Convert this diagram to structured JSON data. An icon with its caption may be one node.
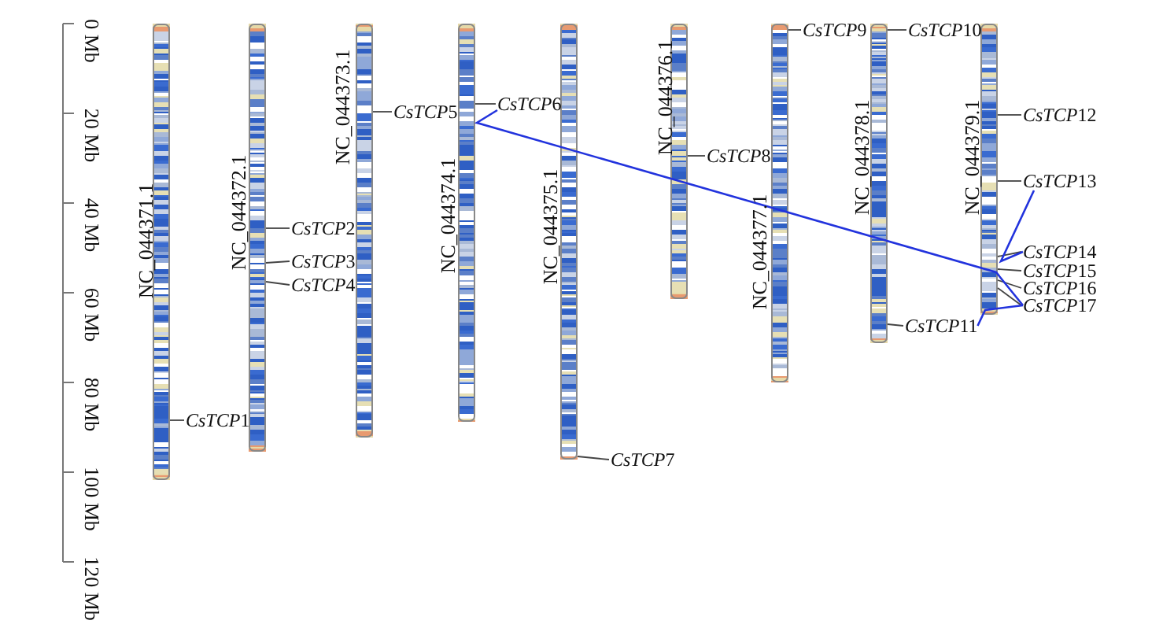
{
  "diagram": {
    "nodes": [
      {
        "text": [
          "NC_044371.1"
        ]
      },
      {
        "text": [
          "NC_044372.1"
        ]
      },
      {
        "text": [
          "NC_044373.1"
        ]
      },
      {
        "text": [
          "NC_044374.1"
        ]
      },
      {
        "text": [
          "NC_044375.1"
        ]
      },
      {
        "text": [
          "NC_044376.1"
        ]
      },
      {
        "text": [
          "NC_044377.1"
        ]
      },
      {
        "text": [
          "NC_044378.1"
        ]
      },
      {
        "text": [
          "NC_044379.1"
        ]
      },
      {
        "text": [
          "CsTCP1"
        ]
      },
      {
        "text": [
          "CsTCP2"
        ]
      },
      {
        "text": [
          "CsTCP3"
        ]
      },
      {
        "text": [
          "CsTCP4"
        ]
      },
      {
        "text": [
          "CsTCP5"
        ]
      },
      {
        "text": [
          "CsTCP6"
        ]
      },
      {
        "text": [
          "CsTCP7"
        ]
      },
      {
        "text": [
          "CsTCP8"
        ]
      },
      {
        "text": [
          "CsTCP9"
        ]
      },
      {
        "text": [
          "CsTCP10"
        ]
      },
      {
        "text": [
          "CsTCP11"
        ]
      },
      {
        "text": [
          "CsTCP12"
        ]
      },
      {
        "text": [
          "CsTCP13"
        ]
      },
      {
        "text": [
          "CsTCP14"
        ]
      },
      {
        "text": [
          "CsTCP15"
        ]
      },
      {
        "text": [
          "CsTCP16"
        ]
      },
      {
        "text": [
          "CsTCP17"
        ]
      }
    ],
    "edges": [
      {
        "from": 9,
        "to": 0,
        "arrow": "none"
      },
      {
        "from": 10,
        "to": 1,
        "arrow": "none"
      },
      {
        "from": 11,
        "to": 1,
        "arrow": "none"
      },
      {
        "from": 12,
        "to": 1,
        "arrow": "none"
      },
      {
        "from": 13,
        "to": 2,
        "arrow": "none"
      },
      {
        "from": 14,
        "to": 3,
        "arrow": "none"
      },
      {
        "from": 15,
        "to": 4,
        "arrow": "none"
      },
      {
        "from": 16,
        "to": 5,
        "arrow": "none"
      },
      {
        "from": 17,
        "to": 6,
        "arrow": "none"
      },
      {
        "from": 18,
        "to": 7,
        "arrow": "none"
      },
      {
        "from": 19,
        "to": 7,
        "arrow": "none"
      },
      {
        "from": 20,
        "to": 8,
        "arrow": "none"
      },
      {
        "from": 21,
        "to": 8,
        "arrow": "none"
      },
      {
        "from": 22,
        "to": 8,
        "arrow": "none"
      },
      {
        "from": 23,
        "to": 8,
        "arrow": "none"
      },
      {
        "from": 24,
        "to": 8,
        "arrow": "none"
      },
      {
        "from": 25,
        "to": 8,
        "arrow": "none"
      },
      {
        "from": 14,
        "to": 25,
        "arrow": "none",
        "color": "#2233dd"
      },
      {
        "from": 21,
        "to": 22,
        "arrow": "none",
        "color": "#2233dd"
      },
      {
        "from": 19,
        "to": 25,
        "arrow": "none",
        "color": "#2233dd"
      }
    ],
    "labels": [
      "0 Mb",
      "20 Mb",
      "40 Mb",
      "60 Mb",
      "80 Mb",
      "100 Mb",
      "120 Mb"
    ]
  }
}
